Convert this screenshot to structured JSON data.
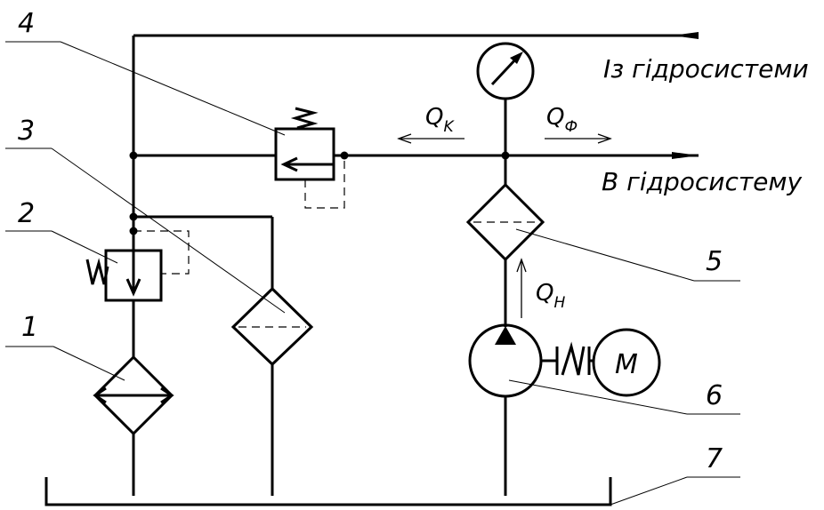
{
  "labels": {
    "callout_1": "1",
    "callout_2": "2",
    "callout_3": "3",
    "callout_4": "4",
    "callout_5": "5",
    "callout_6": "6",
    "callout_7": "7"
  },
  "lines": {
    "from_system": "Із гідросистеми",
    "to_system": "В гідросистему"
  },
  "flows": {
    "qk": {
      "symbol": "Q",
      "subscript": "K"
    },
    "qf": {
      "symbol": "Q",
      "subscript": "Ф"
    },
    "qn": {
      "symbol": "Q",
      "subscript": "Н"
    }
  },
  "motor": {
    "label": "M"
  },
  "spring_mark": "W"
}
